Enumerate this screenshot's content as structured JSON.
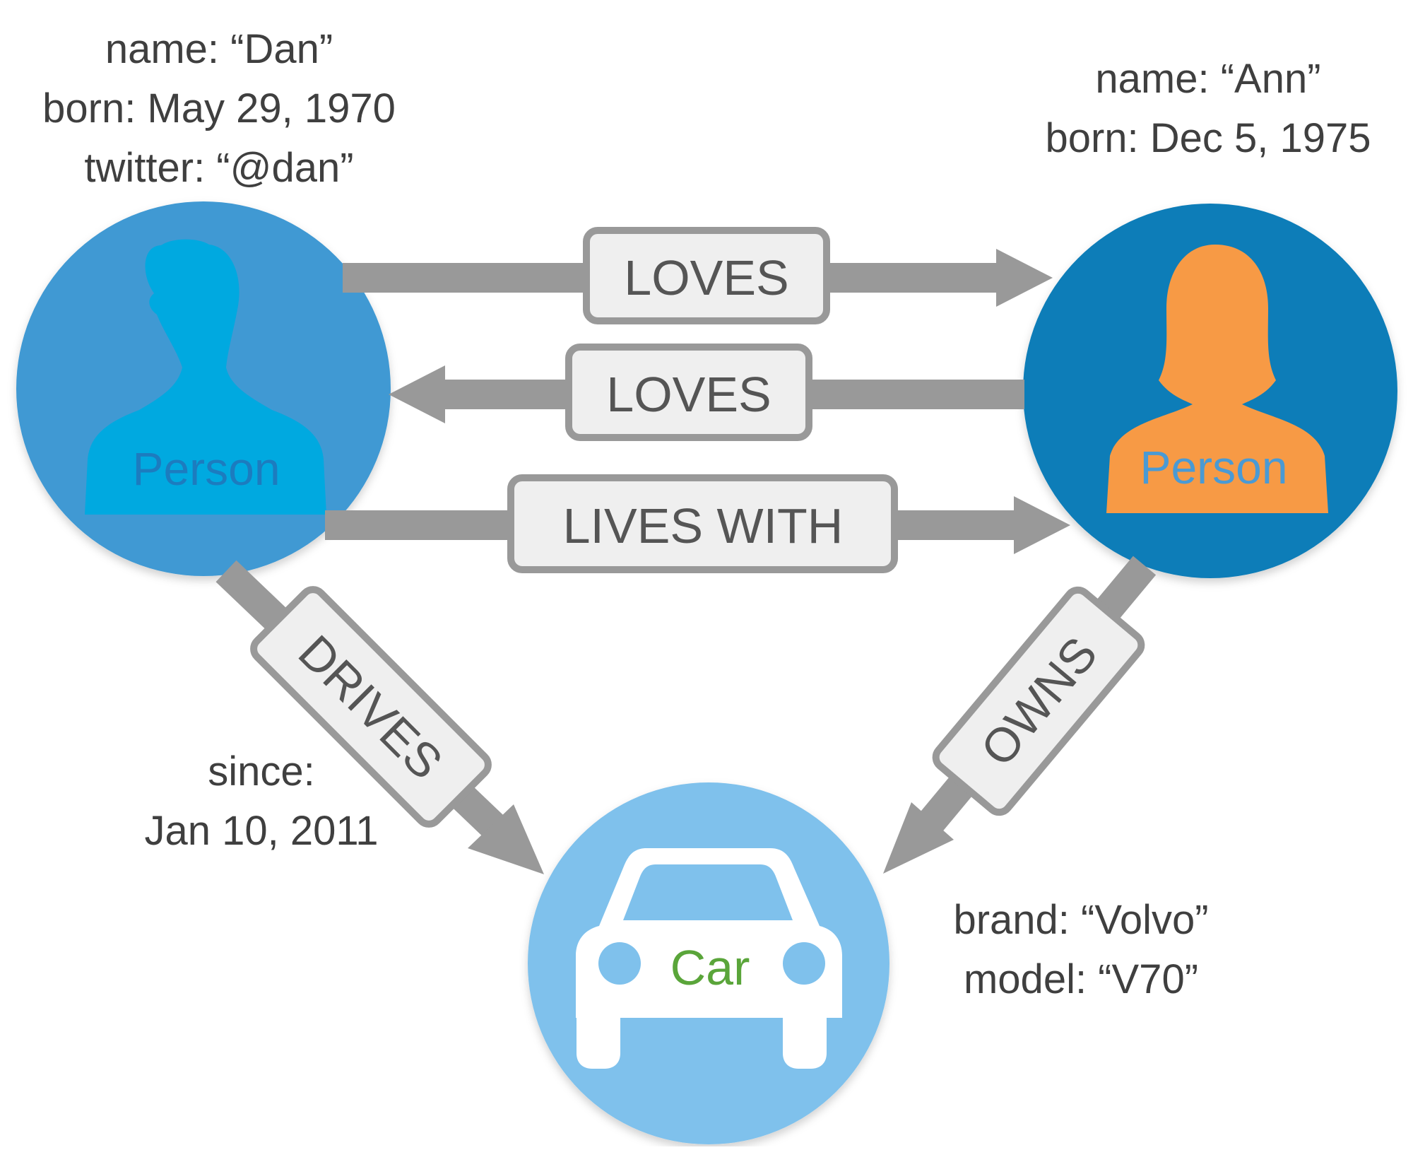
{
  "colors": {
    "node_dan": "#4099D3",
    "node_ann": "#0D7DB8",
    "node_car": "#7FC1EC",
    "icon_dan": "#00A9E0",
    "icon_ann": "#F79A45",
    "icon_car": "#FFFFFF",
    "label_dan": "#1C7CBF",
    "label_ann": "#4A9AD4",
    "label_car": "#5AA53A",
    "edge": "#999999",
    "edge_box_fill": "#EFEFEF",
    "edge_text": "#555555",
    "prop_text": "#3F3F3F"
  },
  "nodes": {
    "dan": {
      "label": "Person",
      "icon": "male-person-icon",
      "properties": [
        "name: “Dan”",
        "born: May 29, 1970",
        "twitter: “@dan”"
      ]
    },
    "ann": {
      "label": "Person",
      "icon": "female-person-icon",
      "properties": [
        "name: “Ann”",
        "born:  Dec 5, 1975"
      ]
    },
    "car": {
      "label": "Car",
      "icon": "car-icon",
      "properties": [
        "brand: “Volvo”",
        "model: “V70”"
      ]
    }
  },
  "relationships": [
    {
      "id": "loves_1",
      "type": "LOVES",
      "from": "Dan",
      "to": "Ann"
    },
    {
      "id": "loves_2",
      "type": "LOVES",
      "from": "Ann",
      "to": "Dan"
    },
    {
      "id": "lives_with",
      "type": "LIVES WITH",
      "from": "Dan",
      "to": "Ann"
    },
    {
      "id": "drives",
      "type": "DRIVES",
      "from": "Dan",
      "to": "Car",
      "properties": [
        "since:",
        "Jan 10, 2011"
      ]
    },
    {
      "id": "owns",
      "type": "OWNS",
      "from": "Ann",
      "to": "Car"
    }
  ]
}
